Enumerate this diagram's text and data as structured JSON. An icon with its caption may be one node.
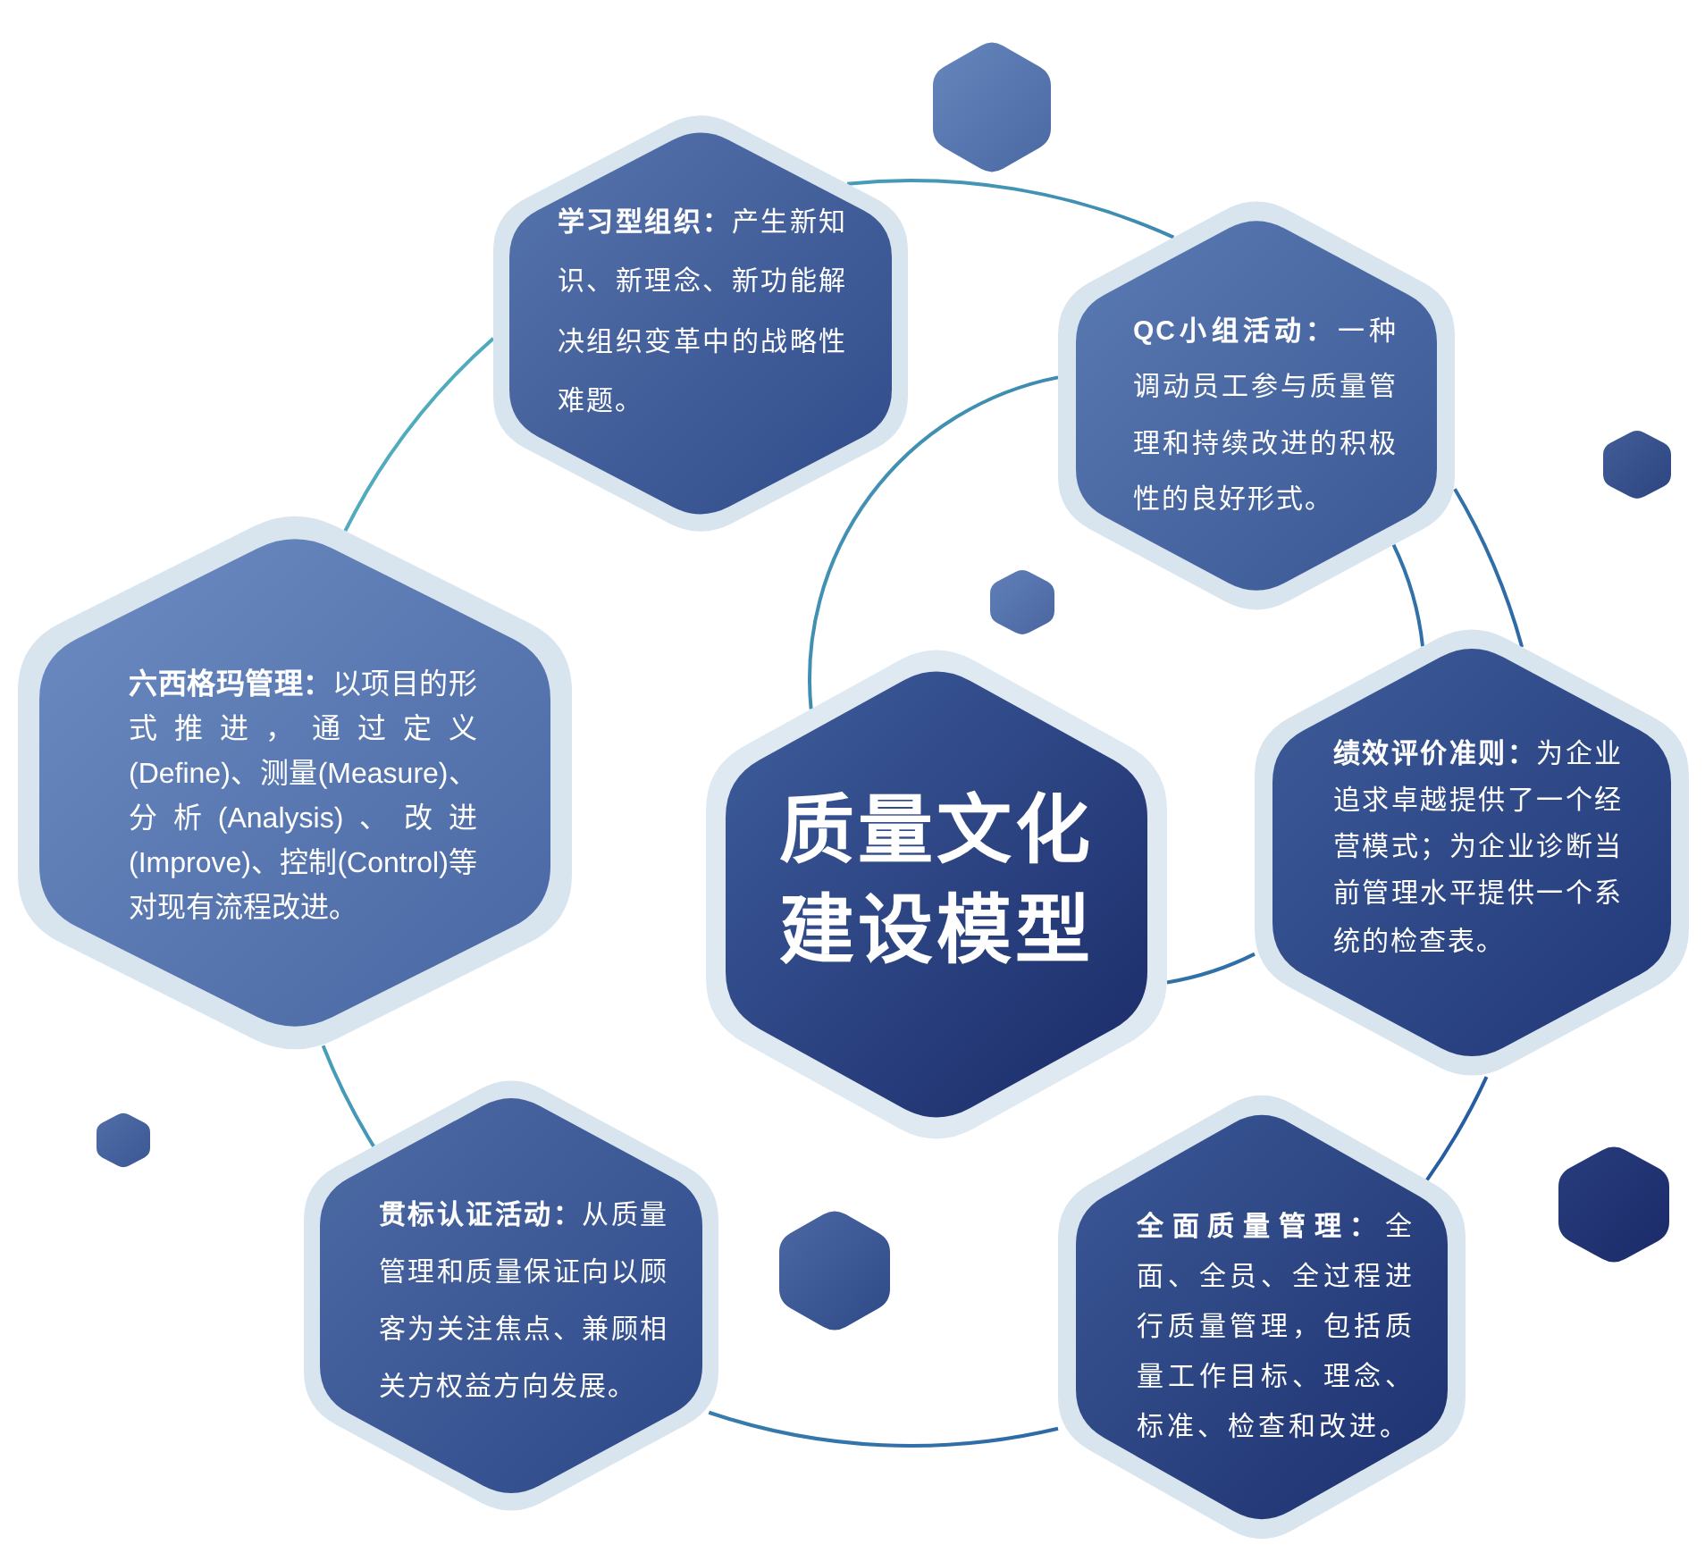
{
  "diagram": {
    "nodes": [
      {
        "text": [
          "质量文化建设模型"
        ]
      },
      {
        "text": [
          "**学习型组织：**产生新知识、新理念、新功能解决组织变革中的战略性难题。"
        ]
      },
      {
        "text": [
          "**QC小组活动：**一种调动员工参与质量管理和持续改进的积极性的良好形式。"
        ]
      },
      {
        "text": [
          "**六西格玛管理：**以项目的形式推进，通过定义(Define)、测量(Measure)、分析(Analysis)、改进(Improve)、控制(Control)等对现有流程改进。"
        ]
      },
      {
        "text": [
          "**绩效评价准则：**为企业追求卓越提供了一个经营模式；为企业诊断当前管理水平提供一个系统的检查表。"
        ]
      },
      {
        "text": [
          "**贯标认证活动：**从质量管理和质量保证向以顾客为关注焦点、兼顾相关方权益方向发展。"
        ]
      },
      {
        "text": [
          "**全面质量管理：**全面、全员、全过程进行质量管理，包括质量工作目标、理念、标准、检查和改进。"
        ]
      },
      {
        "text": [],
        "shape": "hexagon"
      },
      {
        "text": [],
        "shape": "hexagon"
      },
      {
        "text": [],
        "shape": "hexagon"
      },
      {
        "text": [],
        "shape": "hexagon"
      },
      {
        "text": [],
        "shape": "hexagon"
      },
      {
        "text": [],
        "shape": "hexagon"
      }
    ],
    "edges": [
      {
        "from": 1,
        "to": 2,
        "arrow": "none"
      },
      {
        "from": 2,
        "to": 4,
        "arrow": "none"
      },
      {
        "from": 4,
        "to": 6,
        "arrow": "none"
      },
      {
        "from": 6,
        "to": 5,
        "arrow": "none"
      },
      {
        "from": 5,
        "to": 3,
        "arrow": "none"
      },
      {
        "from": 3,
        "to": 1,
        "arrow": "none"
      },
      {
        "from": 0,
        "to": 2,
        "arrow": "none"
      },
      {
        "from": 2,
        "to": 4,
        "arrow": "none"
      },
      {
        "from": 4,
        "to": 0,
        "arrow": "none"
      }
    ]
  }
}
